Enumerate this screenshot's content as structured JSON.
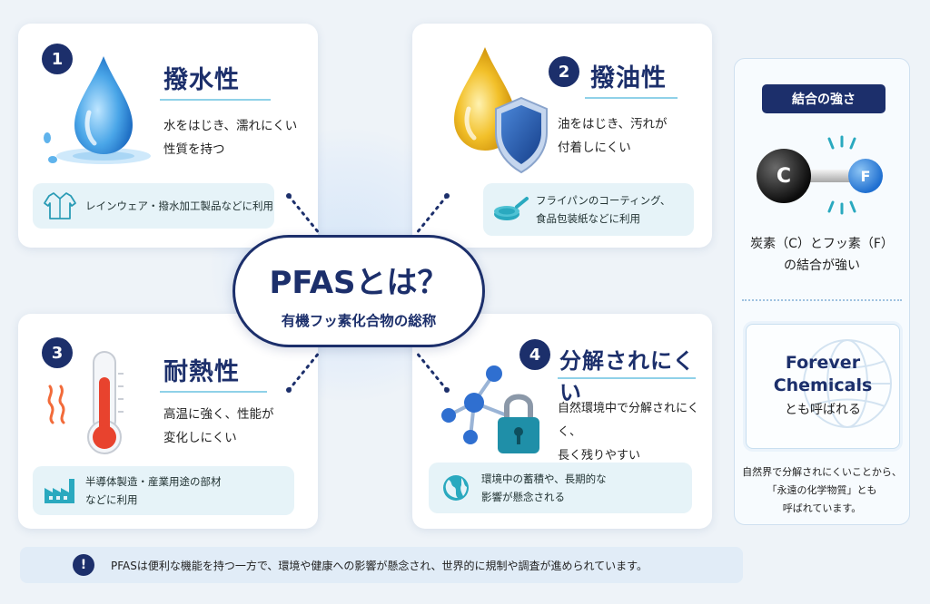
{
  "center": {
    "title": "PFASとは？",
    "subtitle": "有機フッ素化合物の総称"
  },
  "cards": [
    {
      "num": "1",
      "title": "撥水性",
      "desc": [
        "水をはじき、濡れにくい",
        "性質を持つ"
      ],
      "usage": [
        "レインウェア・撥水加工製品などに利用"
      ],
      "icon": "water-drop-icon",
      "usage_icon": "shirt-icon"
    },
    {
      "num": "2",
      "title": "撥油性",
      "desc": [
        "油をはじき、汚れが",
        "付着しにくい"
      ],
      "usage": [
        "フライパンのコーティング、",
        "食品包装紙などに利用"
      ],
      "icon": "oil-drop-shield-icon",
      "usage_icon": "frying-pan-icon"
    },
    {
      "num": "3",
      "title": "耐熱性",
      "desc": [
        "高温に強く、性能が",
        "変化しにくい"
      ],
      "usage": [
        "半導体製造・産業用途の部材",
        "などに利用"
      ],
      "icon": "thermometer-icon",
      "usage_icon": "factory-icon"
    },
    {
      "num": "4",
      "title": "分解されにくい",
      "desc": [
        "自然環境中で分解されにくく、",
        "長く残りやすい"
      ],
      "usage": [
        "環境中の蓄積や、長期的な",
        "影響が懸念される"
      ],
      "icon": "molecule-lock-icon",
      "usage_icon": "globe-icon"
    }
  ],
  "side": {
    "badge": "結合の強さ",
    "atom_c": "C",
    "atom_f": "F",
    "bond_text": [
      "炭素（C）とフッ素（F）",
      "の結合が強い"
    ],
    "forever": [
      "Forever",
      "Chemicals"
    ],
    "forever_jp": "とも呼ばれる",
    "note": [
      "自然界で分解されにくいことから、",
      "「永遠の化学物質」とも",
      "呼ばれています。"
    ]
  },
  "footer": {
    "icon": "!",
    "text": "PFASは便利な機能を持つ一方で、環境や健康への影響が懸念され、世界的に規制や調査が進められています。"
  },
  "colors": {
    "navy": "#1c2f6b",
    "accent": "#8fd1e8",
    "usage_bg": "#e6f3f8",
    "page_bg": "#eef3f8"
  }
}
